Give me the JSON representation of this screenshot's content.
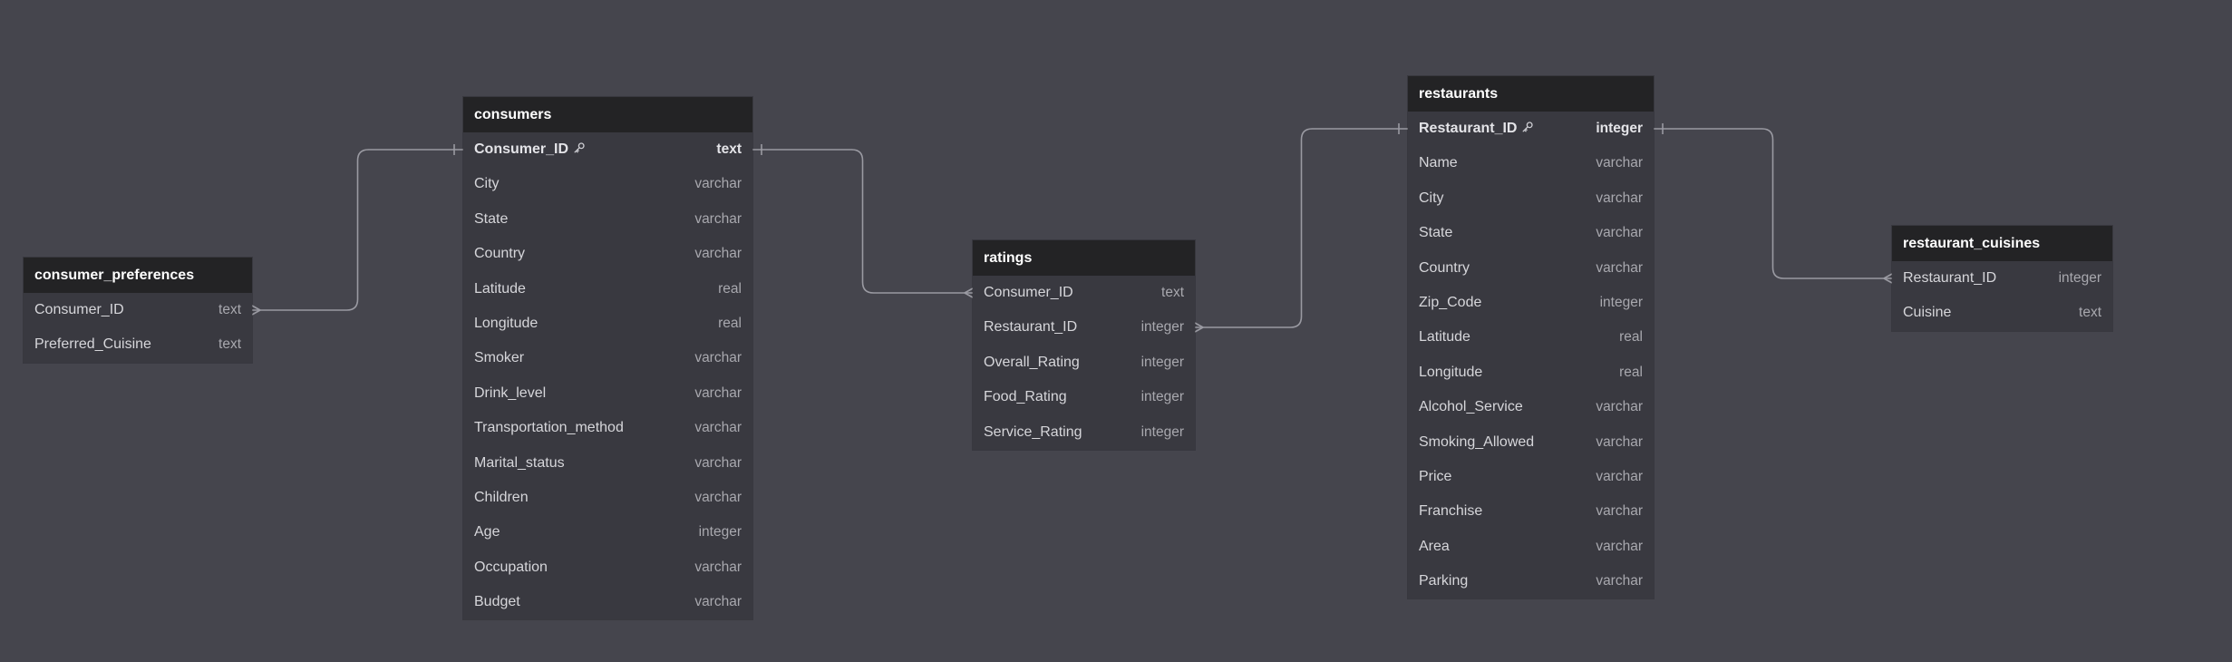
{
  "colors": {
    "background": "#45454d",
    "table_body": "#393940",
    "table_header": "#232325",
    "edge": "#9a9aa2"
  },
  "tables": {
    "consumer_preferences": {
      "name": "consumer_preferences",
      "columns": [
        {
          "name": "Consumer_ID",
          "type": "text"
        },
        {
          "name": "Preferred_Cuisine",
          "type": "text"
        }
      ]
    },
    "consumers": {
      "name": "consumers",
      "columns": [
        {
          "name": "Consumer_ID",
          "type": "text",
          "pk": true
        },
        {
          "name": "City",
          "type": "varchar"
        },
        {
          "name": "State",
          "type": "varchar"
        },
        {
          "name": "Country",
          "type": "varchar"
        },
        {
          "name": "Latitude",
          "type": "real"
        },
        {
          "name": "Longitude",
          "type": "real"
        },
        {
          "name": "Smoker",
          "type": "varchar"
        },
        {
          "name": "Drink_level",
          "type": "varchar"
        },
        {
          "name": "Transportation_method",
          "type": "varchar"
        },
        {
          "name": "Marital_status",
          "type": "varchar"
        },
        {
          "name": "Children",
          "type": "varchar"
        },
        {
          "name": "Age",
          "type": "integer"
        },
        {
          "name": "Occupation",
          "type": "varchar"
        },
        {
          "name": "Budget",
          "type": "varchar"
        }
      ]
    },
    "ratings": {
      "name": "ratings",
      "columns": [
        {
          "name": "Consumer_ID",
          "type": "text"
        },
        {
          "name": "Restaurant_ID",
          "type": "integer"
        },
        {
          "name": "Overall_Rating",
          "type": "integer"
        },
        {
          "name": "Food_Rating",
          "type": "integer"
        },
        {
          "name": "Service_Rating",
          "type": "integer"
        }
      ]
    },
    "restaurants": {
      "name": "restaurants",
      "columns": [
        {
          "name": "Restaurant_ID",
          "type": "integer",
          "pk": true
        },
        {
          "name": "Name",
          "type": "varchar"
        },
        {
          "name": "City",
          "type": "varchar"
        },
        {
          "name": "State",
          "type": "varchar"
        },
        {
          "name": "Country",
          "type": "varchar"
        },
        {
          "name": "Zip_Code",
          "type": "integer"
        },
        {
          "name": "Latitude",
          "type": "real"
        },
        {
          "name": "Longitude",
          "type": "real"
        },
        {
          "name": "Alcohol_Service",
          "type": "varchar"
        },
        {
          "name": "Smoking_Allowed",
          "type": "varchar"
        },
        {
          "name": "Price",
          "type": "varchar"
        },
        {
          "name": "Franchise",
          "type": "varchar"
        },
        {
          "name": "Area",
          "type": "varchar"
        },
        {
          "name": "Parking",
          "type": "varchar"
        }
      ]
    },
    "restaurant_cuisines": {
      "name": "restaurant_cuisines",
      "columns": [
        {
          "name": "Restaurant_ID",
          "type": "integer"
        },
        {
          "name": "Cuisine",
          "type": "text"
        }
      ]
    }
  },
  "relationships": [
    {
      "from": "consumers.Consumer_ID",
      "from_cardinality": "one",
      "to": "consumer_preferences.Consumer_ID",
      "to_cardinality": "many"
    },
    {
      "from": "consumers.Consumer_ID",
      "from_cardinality": "one",
      "to": "ratings.Consumer_ID",
      "to_cardinality": "many"
    },
    {
      "from": "restaurants.Restaurant_ID",
      "from_cardinality": "one",
      "to": "ratings.Restaurant_ID",
      "to_cardinality": "many"
    },
    {
      "from": "restaurants.Restaurant_ID",
      "from_cardinality": "one",
      "to": "restaurant_cuisines.Restaurant_ID",
      "to_cardinality": "many"
    }
  ]
}
